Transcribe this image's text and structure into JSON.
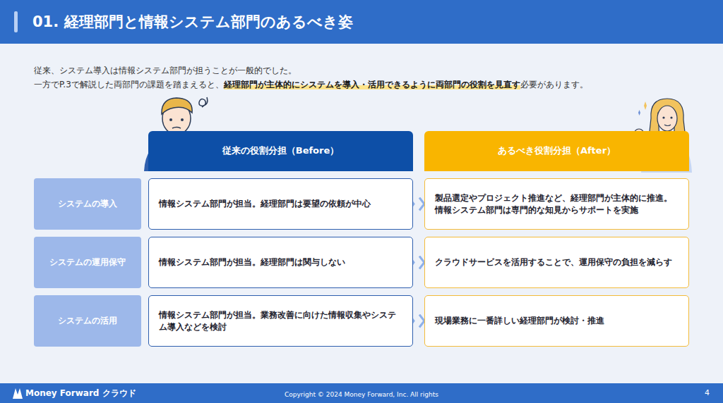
{
  "diagram": {
    "title": "01. 経理部門と情報システム部門のあるべき姿",
    "nodes": [
      {
        "text": [
          "従来の役割分担（Before）"
        ]
      },
      {
        "text": [
          "あるべき役割分担（After）"
        ]
      },
      {
        "text": [
          "システムの導入"
        ]
      },
      {
        "text": [
          "情報システム部門が担当。経理部門は要望の依頼が中心"
        ]
      },
      {
        "text": [
          "製品選定やプロジェクト推進など、経理部門が主体的に推進。 情報システム部門は専門的な知見からサポートを実施"
        ]
      },
      {
        "text": [
          "システムの運用保守"
        ]
      },
      {
        "text": [
          "情報システム部門が担当。経理部門は関与しない"
        ]
      },
      {
        "text": [
          "クラウドサービスを活用することで、運用保守の負担を減らす"
        ]
      },
      {
        "text": [
          "システムの活用"
        ]
      },
      {
        "text": [
          "情報システム部門が担当。業務改善に向けた情報収集やシステム導入などを検討"
        ]
      },
      {
        "text": [
          "現場業務に一番詳しい経理部門が検討・推進"
        ]
      }
    ],
    "edges": [
      {
        "from": 3,
        "to": 4,
        "arrow": "to"
      },
      {
        "from": 6,
        "to": 7,
        "arrow": "to"
      },
      {
        "from": 9,
        "to": 10,
        "arrow": "to"
      }
    ],
    "labels": [
      "従来、システム導入は情報システム部門が担うことが一般的でした。",
      "一方でP.3で解説した両部門の課題を踏まえると、",
      "経理部門が主体的にシステムを導入・活用できるように両部門の役割を見直す",
      "必要があります。",
      "Money Forward クラウド",
      "Copyright © 2024 Money Forward, Inc. All rights",
      "4"
    ]
  }
}
